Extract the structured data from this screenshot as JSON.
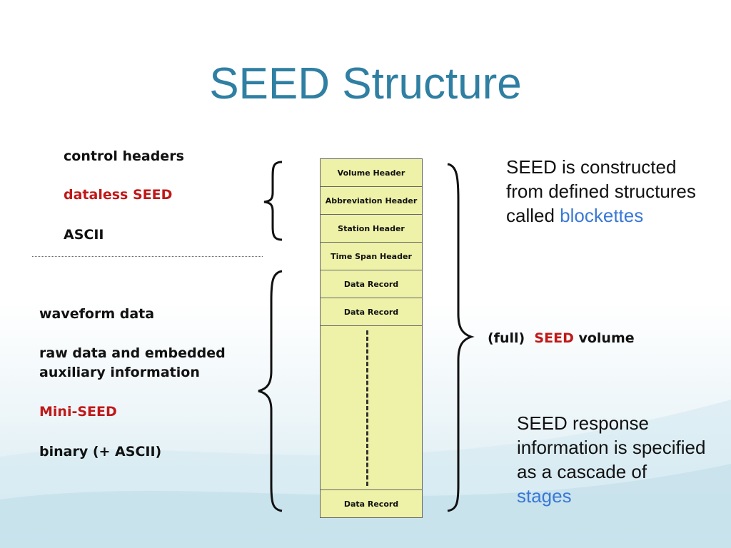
{
  "title": "SEED Structure",
  "left_top": {
    "line1": "control headers",
    "line2": "dataless SEED",
    "line3": "ASCII"
  },
  "left_bottom": {
    "line1": "waveform data",
    "line2a": "raw data and embedded",
    "line2b": "auxiliary information",
    "line3": "Mini-SEED",
    "line4": "binary (+ ASCII)"
  },
  "stack": {
    "cells": [
      "Volume Header",
      "Abbreviation Header",
      "Station Header",
      "Time Span Header",
      "Data Record",
      "Data Record"
    ],
    "last": "Data Record"
  },
  "right_top": {
    "l1": "SEED is constructed",
    "l2": "from defined structures",
    "l3a": "called ",
    "l3b": "blockettes"
  },
  "volume_label": {
    "a": "(full)",
    "b": "SEED",
    "c": "volume"
  },
  "right_bottom": {
    "l1": "SEED response",
    "l2": "information is specified",
    "l3": "as a cascade of",
    "l4": "stages"
  },
  "colors": {
    "title": "#2f7fa3",
    "highlight_red": "#c01818",
    "highlight_blue": "#3a78d6",
    "stack_fill": "#eef2a8"
  }
}
